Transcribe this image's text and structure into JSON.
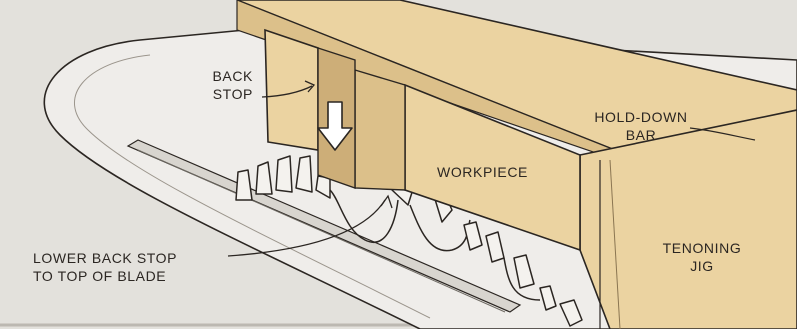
{
  "labels": {
    "back_stop": [
      "BACK",
      "STOP"
    ],
    "hold_down_bar": [
      "HOLD-DOWN",
      "BAR"
    ],
    "workpiece": [
      "WORKPIECE"
    ],
    "lower_back_stop": [
      "LOWER BACK STOP",
      "TO TOP OF BLADE"
    ],
    "tenoning_jig": [
      "TENONING",
      "JIG"
    ]
  },
  "colors": {
    "table_gray": "#e3e1dc",
    "insert_gray": "#efedea",
    "wood_light": "#ebd3a1",
    "wood_mid": "#dcc08a",
    "wood_dark": "#cdae78",
    "blade_steel": "#f4f2ee",
    "ink": "#2b2622",
    "arrow_fill": "#ffffff"
  }
}
